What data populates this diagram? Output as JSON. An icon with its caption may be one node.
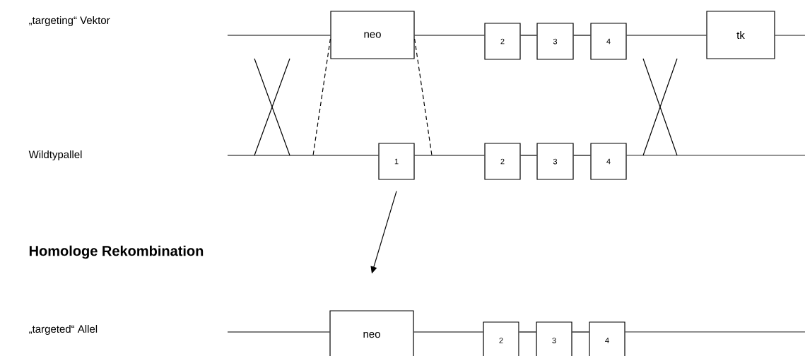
{
  "diagram": {
    "nodes": [
      {
        "text": [
          "neo"
        ]
      },
      {
        "text": [
          "2"
        ]
      },
      {
        "text": [
          "3"
        ]
      },
      {
        "text": [
          "4"
        ]
      },
      {
        "text": [
          "tk"
        ]
      },
      {
        "text": [
          "1"
        ]
      },
      {
        "text": [
          "2"
        ]
      },
      {
        "text": [
          "3"
        ]
      },
      {
        "text": [
          "4"
        ]
      },
      {
        "text": [
          "neo"
        ]
      },
      {
        "text": [
          "2"
        ]
      },
      {
        "text": [
          "3"
        ]
      },
      {
        "text": [
          "4"
        ]
      }
    ],
    "edges": [
      {
        "from": null,
        "to": 0,
        "arrow": "none"
      },
      {
        "from": 0,
        "to": 1,
        "arrow": "none"
      },
      {
        "from": 1,
        "to": 2,
        "arrow": "none"
      },
      {
        "from": 2,
        "to": 3,
        "arrow": "none"
      },
      {
        "from": 3,
        "to": 4,
        "arrow": "none"
      },
      {
        "from": 4,
        "to": null,
        "arrow": "none"
      },
      {
        "from": null,
        "to": 5,
        "arrow": "none"
      },
      {
        "from": 5,
        "to": 6,
        "arrow": "none"
      },
      {
        "from": 6,
        "to": 7,
        "arrow": "none"
      },
      {
        "from": 7,
        "to": 8,
        "arrow": "none"
      },
      {
        "from": 8,
        "to": null,
        "arrow": "none"
      },
      {
        "from": 0,
        "to": null,
        "arrow": "none",
        "style": "dashed"
      },
      {
        "from": 0,
        "to": null,
        "arrow": "none",
        "style": "dashed"
      },
      {
        "from": 5,
        "to": 9,
        "arrow": "to"
      },
      {
        "from": null,
        "to": 9,
        "arrow": "none"
      },
      {
        "from": 9,
        "to": 10,
        "arrow": "none"
      },
      {
        "from": 10,
        "to": 11,
        "arrow": "none"
      },
      {
        "from": 11,
        "to": 12,
        "arrow": "none"
      },
      {
        "from": 12,
        "to": null,
        "arrow": "none"
      }
    ],
    "labels": [
      "„targeting“ Vektor",
      "Wildtypallel",
      "Homologe Rekombination",
      "„targeted“ Allel"
    ]
  }
}
